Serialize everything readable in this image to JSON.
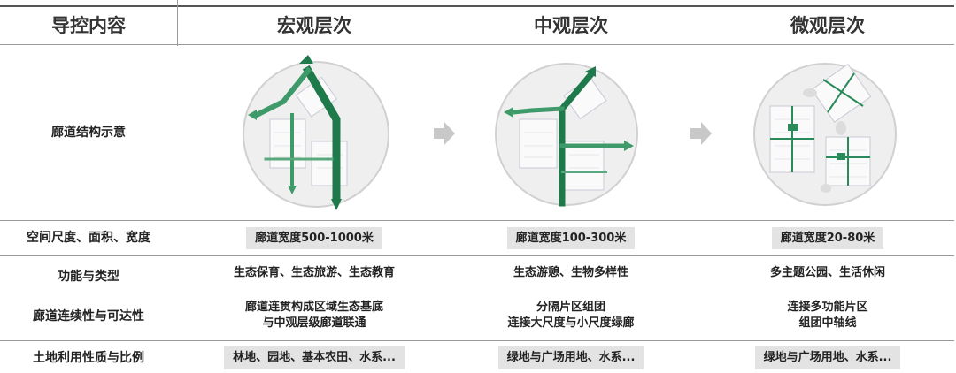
{
  "table": {
    "header": {
      "col0": "导控内容",
      "col1": "宏观层次",
      "col2": "中观层次",
      "col3": "微观层次"
    },
    "rows": {
      "structure": {
        "label": "廊道结构示意"
      },
      "width": {
        "label": "空间尺度、面积、宽度",
        "macro": "廊道宽度500-1000米",
        "meso": "廊道宽度100-300米",
        "micro": "廊道宽度20-80米"
      },
      "function": {
        "label": "功能与类型",
        "macro": "生态保育、生态旅游、生态教育",
        "meso": "生态游憩、生物多样性",
        "micro": "多主题公园、生活休闲"
      },
      "continuity": {
        "label": "廊道连续性与可达性",
        "macro": "廊道连贯构成区域生态基底\n与中观层级廊道联通",
        "meso": "分隔片区组团\n连接大尺度与小尺度绿廊",
        "micro": "连接多功能片区\n组团中轴线"
      },
      "landuse": {
        "label": "土地利用性质与比例",
        "macro": "林地、园地、基本农田、水系...",
        "meso": "绿地与广场用地、水系...",
        "micro": "绿地与广场用地、水系..."
      }
    }
  },
  "colors": {
    "corridor_dark": "#1e7a4a",
    "corridor_mid": "#3f9a6a",
    "circle_fill": "#efefef",
    "arrow": "#c8c8c8"
  },
  "icons": [
    "right-arrow-icon",
    "right-arrow-icon"
  ]
}
